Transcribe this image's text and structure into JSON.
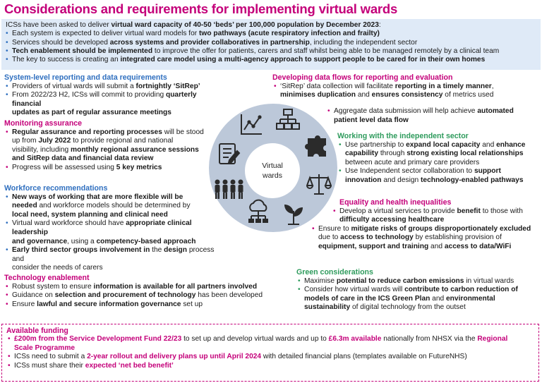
{
  "title": "Considerations and requirements for implementing virtual wards",
  "intro": {
    "line1_a": "ICSs have been asked to deliver ",
    "line1_b": "virtual ward capacity of 40-50 ‘beds’ per 100,000 population by December 2023",
    "line1_c": ":",
    "b1_a": "Each system is expected to deliver virtual ward models for ",
    "b1_b": "two pathways (acute respiratory infection and frailty)",
    "b2_a": "Services should be developed ",
    "b2_b": "across systems and provider collaboratives in partnership",
    "b2_c": ", including the independent sector",
    "b3_a": "Tech enablement should be implemented",
    "b3_b": " to improve the offer for patients, carers and staff whilst being able to be managed remotely by a clinical team",
    "b4_a": "The key to success is creating an ",
    "b4_b": "integrated care model using a multi-agency approach to support people to be cared for in their own homes"
  },
  "system_reporting": {
    "heading": "System-level reporting and data requirements",
    "b1_a": "Providers of virtual wards will submit a ",
    "b1_b": "fortnightly ‘SitRep’",
    "b2_a": "From 2022/23 H2, ICSs will commit to providing ",
    "b2_b": "quarterly financial",
    "b2_c": "updates as part of regular assurance meetings"
  },
  "monitoring": {
    "heading": "Monitoring assurance",
    "b1_a": "Regular assurance and reporting processes",
    "b1_b": " will be stood",
    "b1_c": "up from ",
    "b1_d": "July 2022",
    "b1_e": " to provide regional and national",
    "b1_f": "visibility, including ",
    "b1_g": "monthly regional assurance sessions",
    "b1_h": "and SitRep data and financial data review",
    "b2_a": "Progress will be assessed using ",
    "b2_b": "5 key metrics"
  },
  "workforce": {
    "heading": "Workforce recommendations",
    "b1_a": "New ways of working that are more flexible will be",
    "b1_b": "needed",
    "b1_c": " and workforce models should be determined by",
    "b1_d": "local need, system planning and clinical need",
    "b2_a": "Virtual ward workforce should have ",
    "b2_b": "appropriate clinical leadership",
    "b2_c": "and governance",
    "b2_d": ", using a ",
    "b2_e": "competency-based approach",
    "b3_a": "Early third sector groups involvement in",
    "b3_b": " the ",
    "b3_c": "design",
    "b3_d": " process and",
    "b3_e": "consider the needs of carers"
  },
  "technology": {
    "heading": "Technology enablement",
    "b1_a": "Robust system to ensure ",
    "b1_b": "information is available for all partners involved",
    "b2_a": "Guidance on ",
    "b2_b": "selection and procurement of technology",
    "b2_c": " has been developed",
    "b3_a": "Ensure ",
    "b3_b": "lawful and secure information governance",
    "b3_c": " set up"
  },
  "data_flows": {
    "heading": "Developing data flows for reporting and evaluation",
    "b1_a": "‘SitRep’ data collection will facilitate ",
    "b1_b": "reporting in a timely manner",
    "b1_c": ",",
    "b1_d": "minimises duplication",
    "b1_e": " and ",
    "b1_f": "ensures consistency",
    "b1_g": " of metrics used",
    "b2_a": "Aggregate data submission will help achieve ",
    "b2_b": "automated",
    "b2_c": "patient level data flow"
  },
  "independent": {
    "heading": "Working with the independent sector",
    "b1_a": "Use partnership to ",
    "b1_b": "expand local capacity",
    "b1_c": " and ",
    "b1_d": "enhance",
    "b1_e": "capability",
    "b1_f": " through ",
    "b1_g": "strong existing local relationships",
    "b1_h": "between acute and primary care providers",
    "b2_a": "Use Independent sector collaboration to ",
    "b2_b": "support",
    "b2_c": "innovation",
    "b2_d": " and design ",
    "b2_e": "technology-enabled pathways"
  },
  "equality": {
    "heading": "Equality and health inequalities",
    "b1_a": "Develop a virtual services to provide ",
    "b1_b": "benefit",
    "b1_c": " to those with",
    "b1_d": "difficulty accessing healthcare",
    "b2_a": "Ensure to ",
    "b2_b": "mitigate risks of groups disproportionately excluded",
    "b2_c": "due to ",
    "b2_d": "access to technology",
    "b2_e": " by establishing provision of",
    "b2_f": "equipment, support and training",
    "b2_g": " and ",
    "b2_h": "access to data/WiFi"
  },
  "green": {
    "heading": "Green considerations",
    "b1_a": "Maximise ",
    "b1_b": "potential to reduce carbon emissions",
    "b1_c": " in virtual wards",
    "b2_a": "Consider how virtual wards will ",
    "b2_b": "contribute to carbon reduction of",
    "b2_c": "models of care in the ICS Green Plan",
    "b2_d": " and ",
    "b2_e": "environmental",
    "b2_f": "sustainability",
    "b2_g": " of digital technology from the outset"
  },
  "hub": {
    "label_line1": "Virtual",
    "label_line2": "wards",
    "icons": [
      "line-chart-icon",
      "org-chart-icon",
      "puzzle-icon",
      "scales-icon",
      "seedling-icon",
      "cloud-network-icon",
      "people-group-icon",
      "checklist-icon"
    ]
  },
  "funding": {
    "heading": "Available funding",
    "b1_a": "£200m from the Service Development Fund 22/23",
    "b1_b": " to set up and develop virtual wards and up to ",
    "b1_c": "£6.3m available",
    "b1_d": " nationally from NHSX via the ",
    "b1_e": "Regional",
    "b1_f": "Scale Programme",
    "b2_a": "ICSs need to submit a ",
    "b2_b": "2-year rollout and delivery plans up until April 2024",
    "b2_c": " with detailed financial plans (templates available on FutureNHS)",
    "b3_a": "ICSs must share their ",
    "b3_b": "expected ‘net bed benefit’"
  },
  "colors": {
    "pink": "#c4007a",
    "blue": "#2f6fbf",
    "green": "#2e9b5c",
    "intro_bg": "#dfeaf7",
    "hub": "#bcc8d9",
    "icon": "#2b2b2b"
  }
}
